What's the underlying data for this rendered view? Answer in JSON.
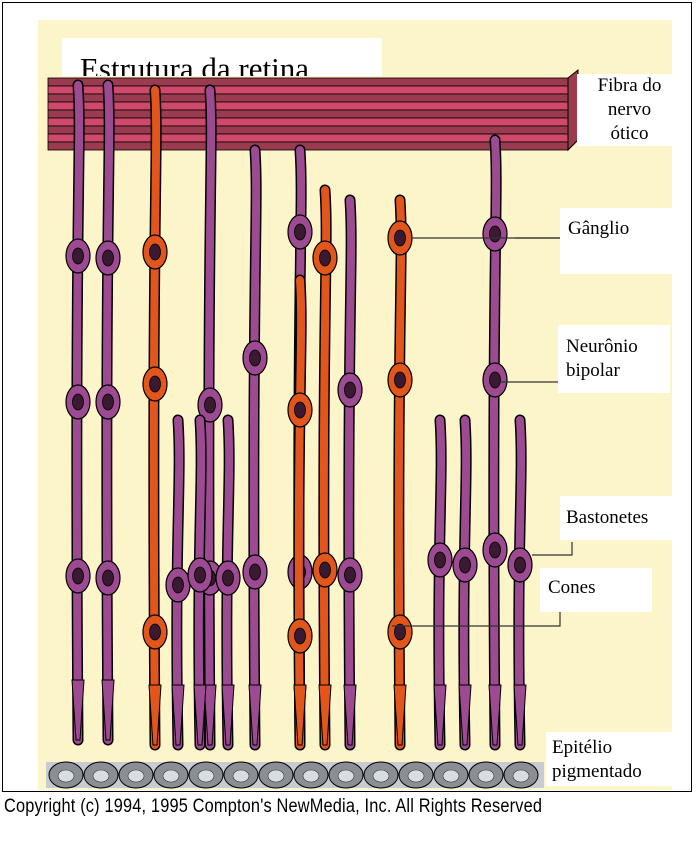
{
  "title": "Estrutura da retina",
  "labels": {
    "optic_nerve_fiber": [
      "Fibra do",
      "nervo",
      "ótico"
    ],
    "ganglion": "Gânglio",
    "bipolar_neuron": [
      "Neurônio",
      "bipolar"
    ],
    "rods": "Bastonetes",
    "cones": "Cones",
    "pigment_epithelium": [
      "Epitélio",
      "pigmentado"
    ]
  },
  "copyright": "Copyright (c) 1994, 1995 Compton's NewMedia, Inc. All Rights Reserved",
  "colors": {
    "background": "#fcf5c9",
    "rod_cell": "#9c4a92",
    "cone_cell": "#e2561c",
    "outline": "#000000",
    "epithelium": "#8a8f96",
    "nerve_band_dark": "#9b3b4f",
    "nerve_band_light": "#cf4a6a"
  }
}
